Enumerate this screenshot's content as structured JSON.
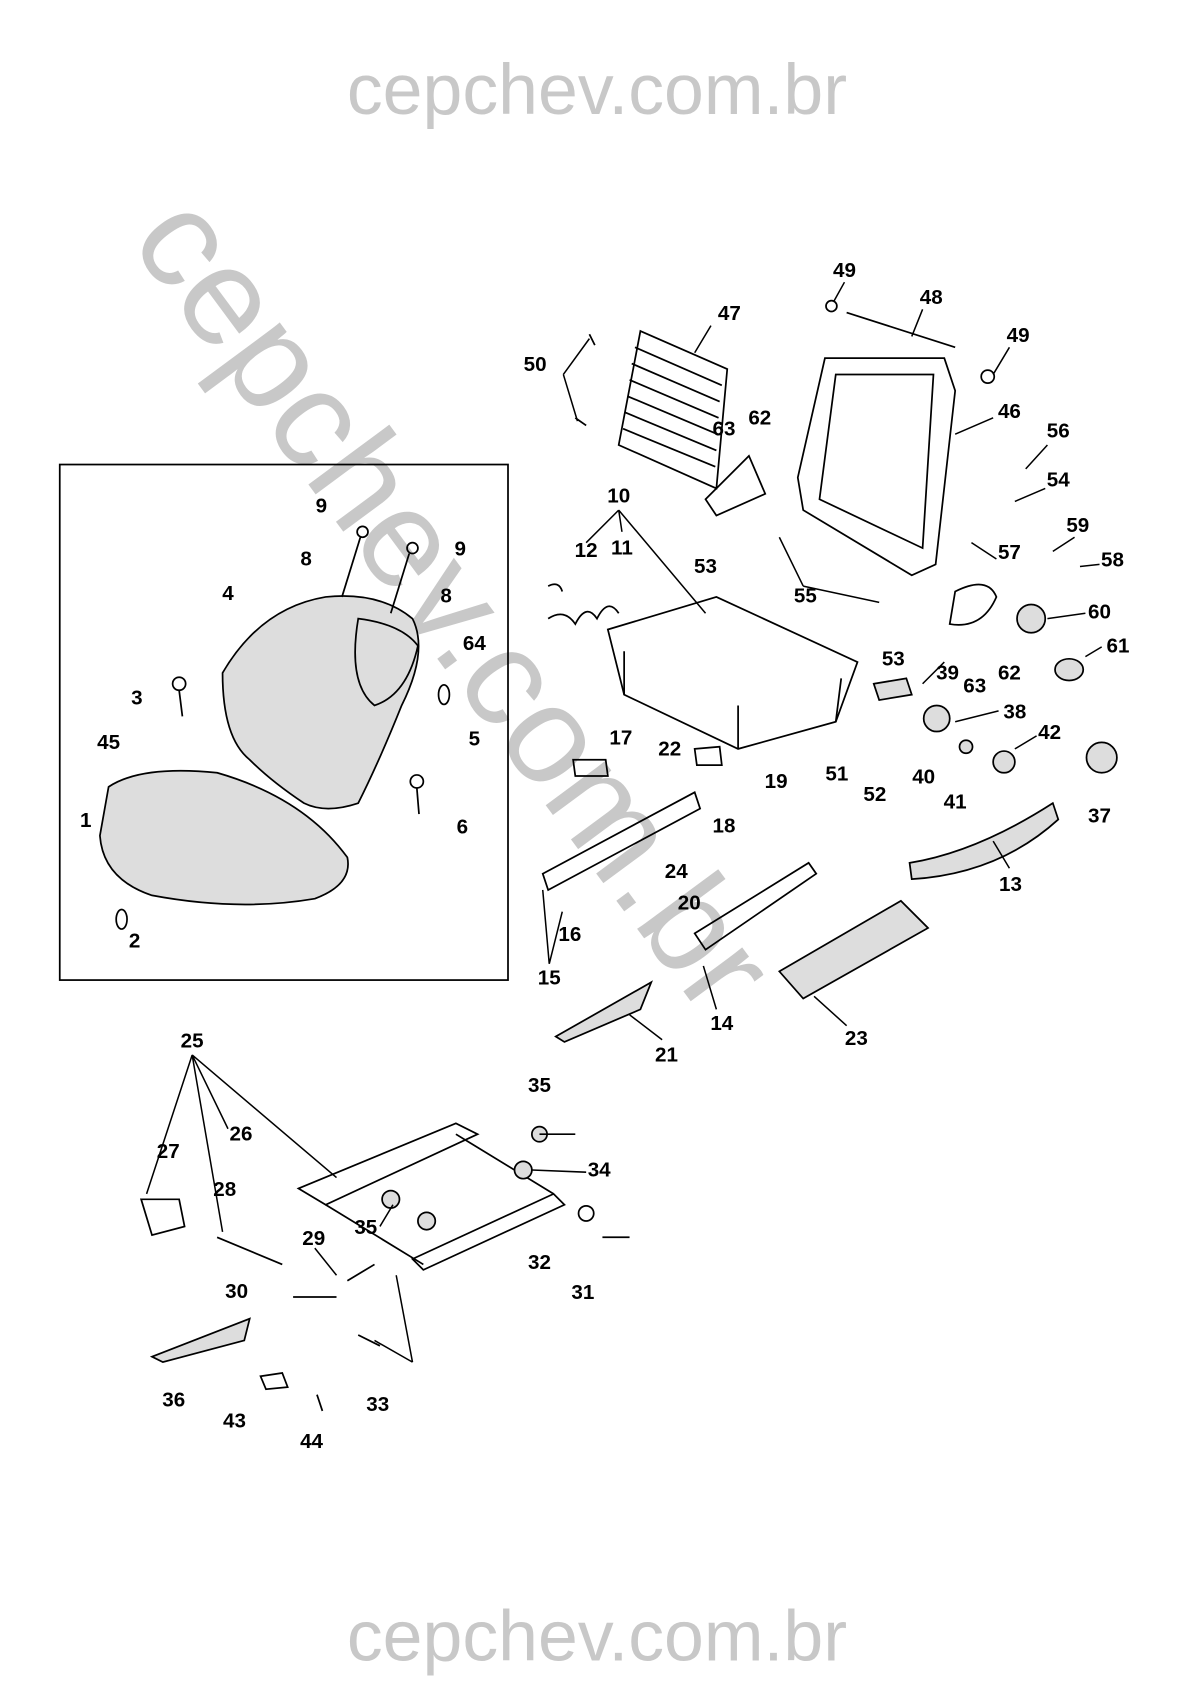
{
  "watermark": {
    "top": "cepchev.com.br",
    "diagonal": "cepchev.com.br",
    "bottom": "cepchev.com.br"
  },
  "callouts": [
    "49",
    "48",
    "49",
    "47",
    "50",
    "46",
    "63",
    "62",
    "56",
    "54",
    "10",
    "12",
    "11",
    "53",
    "59",
    "57",
    "58",
    "55",
    "60",
    "61",
    "53",
    "62",
    "63",
    "39",
    "38",
    "42",
    "51",
    "40",
    "52",
    "41",
    "37",
    "17",
    "22",
    "19",
    "18",
    "24",
    "20",
    "16",
    "15",
    "13",
    "14",
    "21",
    "23",
    "9",
    "9",
    "8",
    "8",
    "4",
    "64",
    "3",
    "5",
    "45",
    "6",
    "1",
    "2",
    "25",
    "26",
    "27",
    "28",
    "35",
    "34",
    "35",
    "29",
    "32",
    "31",
    "30",
    "36",
    "33",
    "43",
    "44"
  ]
}
